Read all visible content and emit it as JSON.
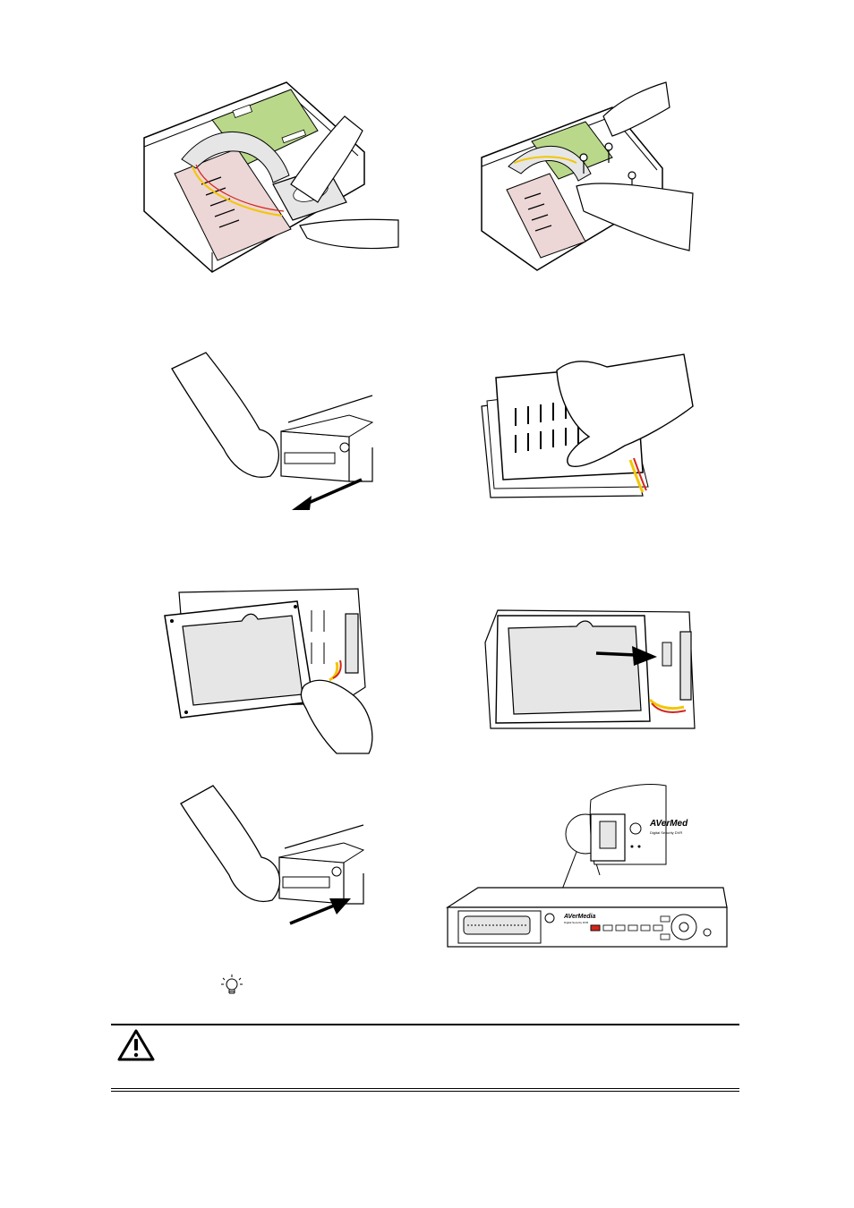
{
  "page": {
    "background": "#ffffff",
    "line_color": "#000000"
  },
  "colors": {
    "board_green": "#b9d88a",
    "drive_gray": "#e6e6e6",
    "cable_yellow": "#f3c600",
    "cable_red": "#d4261c",
    "panel_pink": "#ecd6d6"
  },
  "figures": {
    "install_top_left": {
      "icon": "hdd-install-open-case-illustration"
    },
    "install_top_right": {
      "icon": "hdd-screw-bracket-illustration"
    },
    "tray_pull_out": {
      "icon": "pull-out-tray-illustration"
    },
    "tray_cover_open": {
      "icon": "open-tray-cover-illustration"
    },
    "drive_place": {
      "icon": "place-hdd-in-tray-illustration"
    },
    "drive_connect": {
      "icon": "connect-hdd-illustration"
    },
    "tray_push_in": {
      "icon": "push-in-tray-illustration"
    },
    "dvr_front": {
      "icon": "dvr-front-panel-illustration",
      "brand": "AVerMedia",
      "brand_zoom": "AVerMed",
      "model_zoom": "Digital Security DVR",
      "model": "Digital Security DVR"
    }
  },
  "tip": {
    "icon": "lightbulb-icon"
  },
  "caution": {
    "icon": "warning-triangle-icon"
  }
}
